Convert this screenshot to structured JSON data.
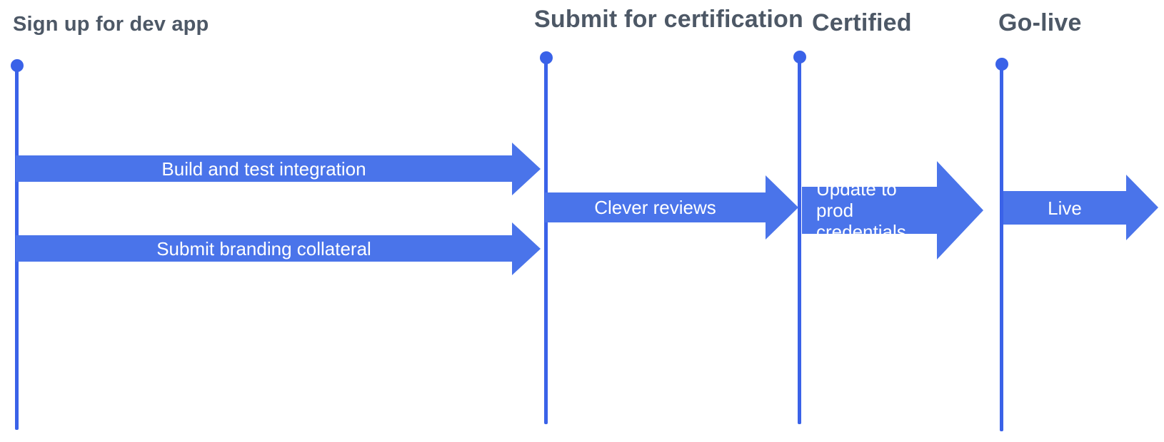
{
  "diagram": {
    "type": "timeline-process",
    "background_color": "#ffffff",
    "colors": {
      "arrow_fill": "#4a74ea",
      "milestone_line": "#3a62e8",
      "milestone_dot": "#3a62e8",
      "milestone_title_text": "#4d5866",
      "arrow_label_text": "#ffffff"
    },
    "milestones": [
      {
        "title": "Sign up for dev app"
      },
      {
        "title": "Submit for certification"
      },
      {
        "title": "Certified"
      },
      {
        "title": "Go-live"
      }
    ],
    "tasks": [
      {
        "label": "Build and test integration",
        "from": "Sign up for dev app",
        "to": "Submit for certification"
      },
      {
        "label": "Submit branding collateral",
        "from": "Sign up for dev app",
        "to": "Submit for certification"
      },
      {
        "label": "Clever reviews",
        "from": "Submit for certification",
        "to": "Certified"
      },
      {
        "label": "Update to prod credentials",
        "from": "Certified",
        "to": "Go-live"
      },
      {
        "label": "Live",
        "from": "Go-live",
        "to": ""
      }
    ]
  }
}
